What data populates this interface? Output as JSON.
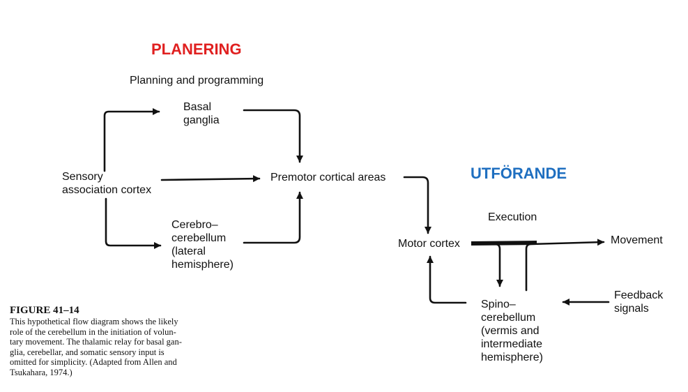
{
  "headings": {
    "planning_sv": "PLANERING",
    "execution_sv": "UTFÖRANDE"
  },
  "colors": {
    "planning_heading": "#e02020",
    "execution_heading": "#1f6fc0",
    "ink": "#111111"
  },
  "labels": {
    "planning_en": "Planning and programming",
    "execution_en": "Execution"
  },
  "nodes": {
    "basal_ganglia": [
      "Basal",
      "ganglia"
    ],
    "sensory_cortex": [
      "Sensory",
      "association cortex"
    ],
    "cerebrocerebellum": [
      "Cerebro–",
      "cerebellum",
      "(lateral",
      "hemisphere)"
    ],
    "premotor": "Premotor cortical areas",
    "motor_cortex": "Motor cortex",
    "movement": "Movement",
    "spinocerebellum": [
      "Spino–",
      "cerebellum",
      "(vermis and",
      "intermediate",
      "hemisphere)"
    ],
    "feedback": [
      "Feedback",
      "signals"
    ]
  },
  "caption": {
    "figure": "FIGURE 41–14",
    "lines": [
      "This hypothetical flow diagram shows the likely",
      "role of the cerebellum in the initiation of volun-",
      "tary movement. The thalamic relay for basal gan-",
      "glia, cerebellar, and somatic sensory input is",
      "omitted for simplicity. (Adapted from Allen and",
      "Tsukahara, 1974.)"
    ]
  }
}
